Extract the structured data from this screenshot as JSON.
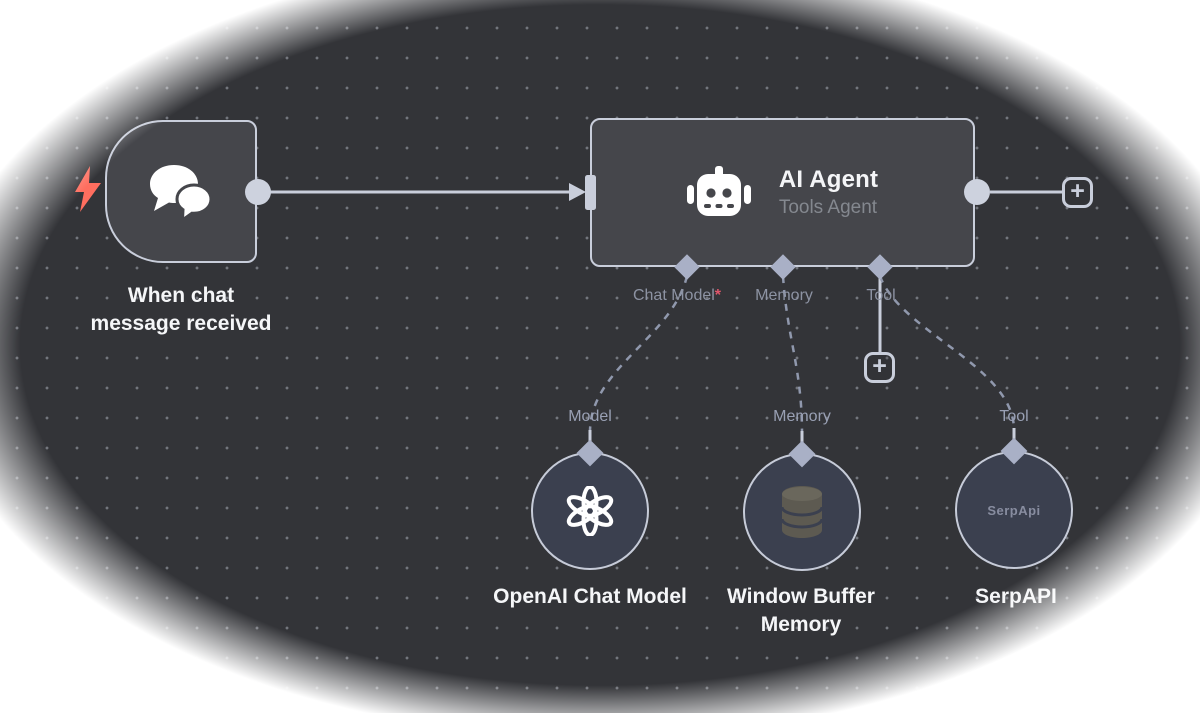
{
  "trigger": {
    "label": "When chat message received"
  },
  "agent": {
    "title": "AI Agent",
    "subtitle": "Tools Agent",
    "ports": [
      {
        "label": "Chat Model",
        "required": true
      },
      {
        "label": "Memory",
        "required": false
      },
      {
        "label": "Tool",
        "required": false
      }
    ]
  },
  "subnodes": [
    {
      "port_label": "Model",
      "label": "OpenAI Chat Model",
      "icon": "openai-logo"
    },
    {
      "port_label": "Memory",
      "label": "Window Buffer Memory",
      "icon": "database"
    },
    {
      "port_label": "Tool",
      "label": "SerpAPI",
      "icon_text": "SerpApi"
    }
  ],
  "icons": {
    "plus": "+",
    "required_marker": "*"
  },
  "colors": {
    "canvas_bg": "#333438",
    "node_fill": "#45464b",
    "circle_fill": "#3b404f",
    "border": "#c9cedb",
    "connector": "#a9b0c6",
    "dashed_wire": "#9098ad",
    "title_text": "#f4f5f7",
    "subtitle_text": "#84888f",
    "port_label_text": "#8d93a3",
    "required": "#e0556a",
    "bolt": "#ff6e5f",
    "vignette": "#ffffff"
  }
}
